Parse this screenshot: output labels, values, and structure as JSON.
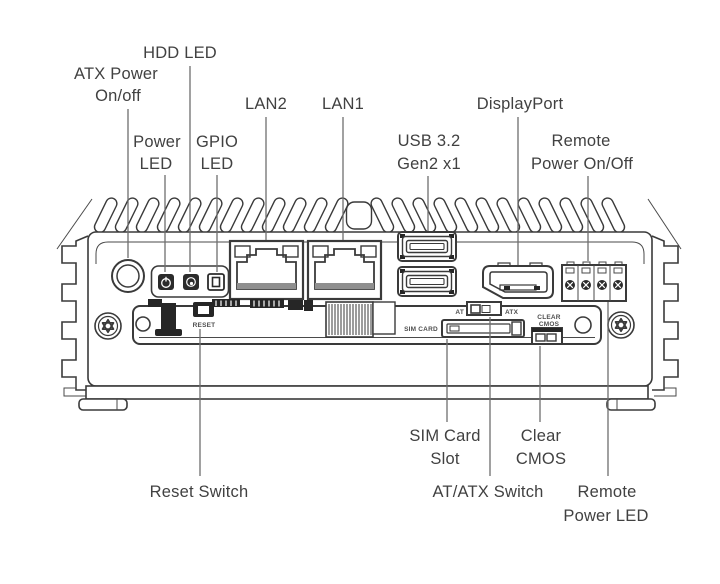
{
  "labels": {
    "atx_power_on_off": {
      "line1": "ATX Power",
      "line2": "On/off"
    },
    "hdd_led": {
      "line1": "HDD LED"
    },
    "power_led": {
      "line1": "Power",
      "line2": "LED"
    },
    "gpio_led": {
      "line1": "GPIO",
      "line2": "LED"
    },
    "lan2": {
      "line1": "LAN2"
    },
    "lan1": {
      "line1": "LAN1"
    },
    "usb_3_2": {
      "line1": "USB 3.2",
      "line2": "Gen2 x1"
    },
    "displayport": {
      "line1": "DisplayPort"
    },
    "remote_power_on_off": {
      "line1": "Remote",
      "line2": "Power On/Off"
    },
    "reset_switch": {
      "line1": "Reset Switch"
    },
    "sim_card_slot": {
      "line1": "SIM Card",
      "line2": "Slot"
    },
    "clear_cmos": {
      "line1": "Clear",
      "line2": "CMOS"
    },
    "at_atx_switch": {
      "line1": "AT/ATX Switch"
    },
    "remote_power_led": {
      "line1": "Remote",
      "line2": "Power LED"
    }
  },
  "device_markings": {
    "reset": "RESET",
    "sim_card": "SIM CARD",
    "at": "AT",
    "atx": "ATX",
    "clear_cmos_line1": "CLEAR",
    "clear_cmos_line2": "CMOS"
  },
  "icons": {
    "power_led_icon": "power-symbol",
    "hdd_led_icon": "disk-activity-symbol",
    "gpio_led_icon": "gpio-port-symbol",
    "torx_screw_icon": "torx-star",
    "terminal_screw_icon": "screw-head"
  },
  "colors": {
    "background": "#ffffff",
    "label_text": "#414141",
    "callout_line": "#6e6e6e",
    "device_outline": "#3a3a3a",
    "component_dark": "#262626",
    "port_shadow": "#8f8f8f"
  }
}
